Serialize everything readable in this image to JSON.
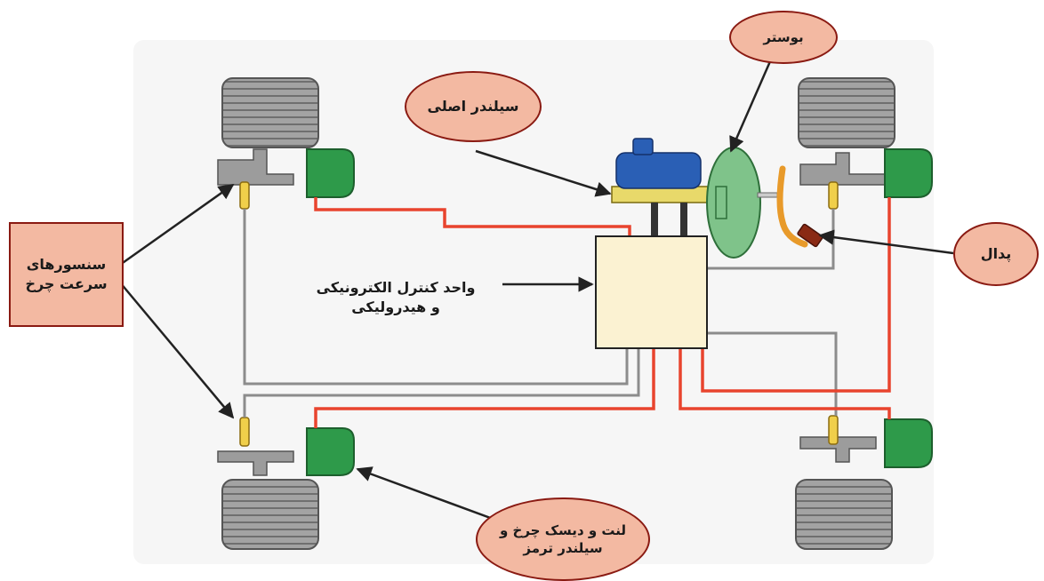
{
  "labels": {
    "booster": "بوستر",
    "master_cylinder": "سیلندر اصلی",
    "speed_sensors_line1": "سنسورهای",
    "speed_sensors_line2": "سرعت چرخ",
    "pedal": "پدال",
    "ecu_line1": "واحد کنترل الکترونیکی",
    "ecu_line2": "و هیدرولیکی",
    "brake_line1": "لنت و دیسک چرخ و",
    "brake_line2": "سیلندر ترمز"
  },
  "colors": {
    "label_fill": "#f3b9a2",
    "label_border": "#8a1a12",
    "brake_line": "#e8442e",
    "sensor_wire": "#8c8c8c",
    "tire": "#9a9a9a",
    "caliper": "#2e9a4a",
    "master_reservoir": "#2a5fb5",
    "booster": "#7fc38a",
    "pedal": "#e89a2a",
    "control_unit": "#fbf2d2"
  }
}
